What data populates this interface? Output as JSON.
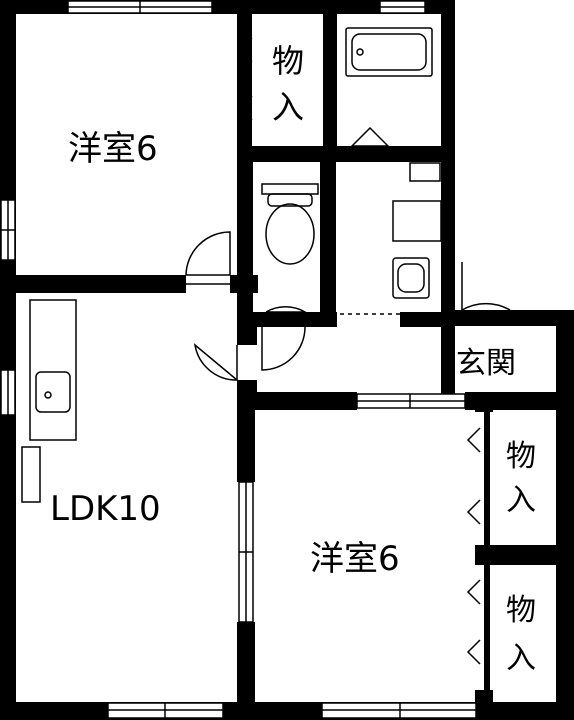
{
  "rooms": {
    "western_room_top": "洋室6",
    "closet_top_line1": "物",
    "closet_top_line2": "入",
    "ldk": "LDK10",
    "western_room_bottom": "洋室6",
    "entrance": "玄関",
    "closet_right_upper_line1": "物",
    "closet_right_upper_line2": "入",
    "closet_right_lower_line1": "物",
    "closet_right_lower_line2": "入"
  }
}
